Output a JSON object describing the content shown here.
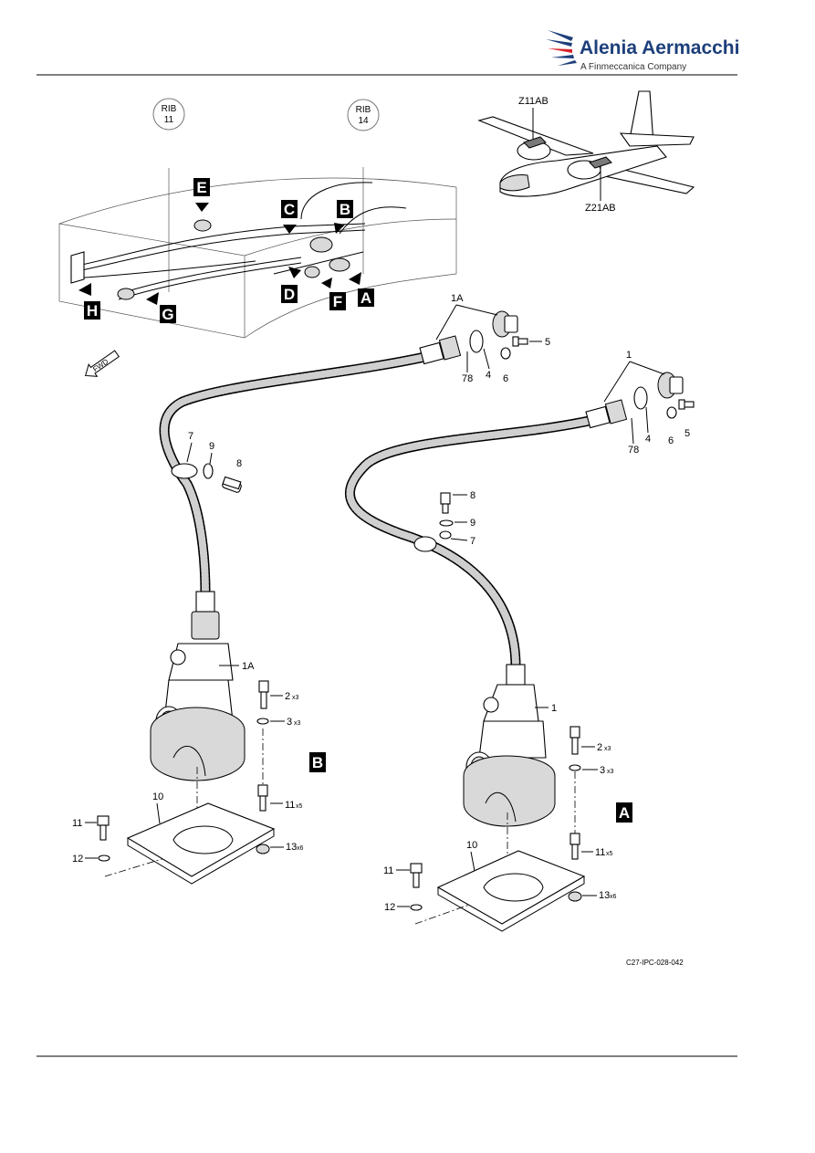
{
  "header": {
    "brand_name": "Alenia Aermacchi",
    "brand_sub": "A Finmeccanica Company"
  },
  "locator": {
    "zone_upper": "Z11AB",
    "zone_lower": "Z21AB"
  },
  "ribs": [
    {
      "top": "RIB",
      "bottom": "11"
    },
    {
      "top": "RIB",
      "bottom": "14"
    }
  ],
  "view_letters": {
    "A": "A",
    "B": "B",
    "C": "C",
    "D": "D",
    "E": "E",
    "F": "F",
    "G": "G",
    "H": "H"
  },
  "fwd_label": "FWD",
  "callouts_left": {
    "p1A": "1A",
    "p78": "78",
    "p4": "4",
    "p6": "6",
    "p5": "5",
    "p7": "7",
    "p9": "9",
    "p8": "8",
    "pump": "1A",
    "p2": "2",
    "p2q": "x3",
    "p3": "3",
    "p3q": "x3",
    "p10": "10",
    "p11": "11",
    "p11b": "11",
    "p11bq": "x5",
    "p12": "12",
    "p13": "13",
    "p13q": "x6",
    "view": "B"
  },
  "callouts_right": {
    "p1": "1",
    "p78": "78",
    "p4": "4",
    "p6": "6",
    "p5": "5",
    "p8": "8",
    "p9": "9",
    "p7": "7",
    "pump": "1",
    "p2": "2",
    "p2q": "x3",
    "p3": "3",
    "p3q": "x3",
    "p10": "10",
    "p11": "11",
    "p11b": "11",
    "p11bq": "x5",
    "p12": "12",
    "p13": "13",
    "p13q": "x6",
    "view": "A"
  },
  "figure_code": "C27-IPC-028-042",
  "colors": {
    "brand": "#1d3f7a",
    "accent": "#d8232a"
  }
}
